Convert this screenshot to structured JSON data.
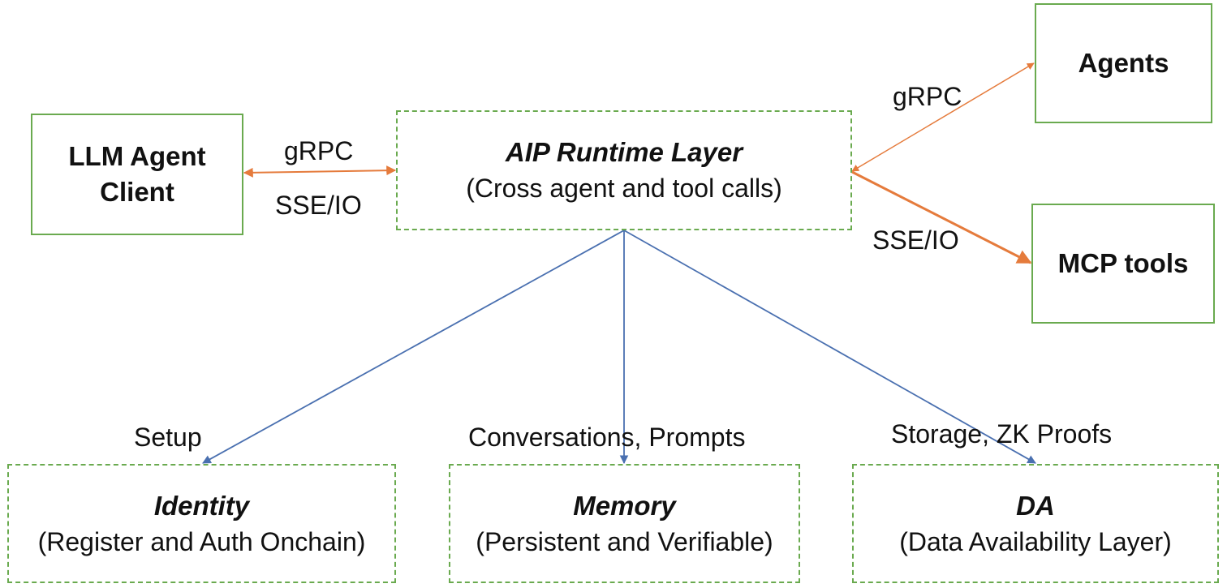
{
  "nodes": {
    "client": {
      "title_line1": "LLM Agent",
      "title_line2": "Client"
    },
    "runtime": {
      "title": "AIP Runtime Layer",
      "subtitle": "(Cross agent and tool calls)"
    },
    "agents": {
      "title": "Agents"
    },
    "mcp": {
      "title": "MCP tools"
    },
    "identity": {
      "title": "Identity",
      "subtitle": "(Register and Auth Onchain)"
    },
    "memory": {
      "title": "Memory",
      "subtitle": "(Persistent and Verifiable)"
    },
    "da": {
      "title": "DA",
      "subtitle": "(Data Availability Layer)"
    }
  },
  "edges": {
    "client_runtime": {
      "label_top": "gRPC",
      "label_bottom": "SSE/IO"
    },
    "runtime_agents": {
      "label": "gRPC"
    },
    "runtime_mcp": {
      "label": "SSE/IO"
    },
    "runtime_identity": {
      "label": "Setup"
    },
    "runtime_memory": {
      "label": "Conversations, Prompts"
    },
    "runtime_da": {
      "label": "Storage, ZK Proofs"
    }
  },
  "colors": {
    "box_border": "#6aaa4f",
    "orange_arrow": "#e57b3c",
    "blue_arrow": "#4a70b0",
    "text": "#111111"
  }
}
